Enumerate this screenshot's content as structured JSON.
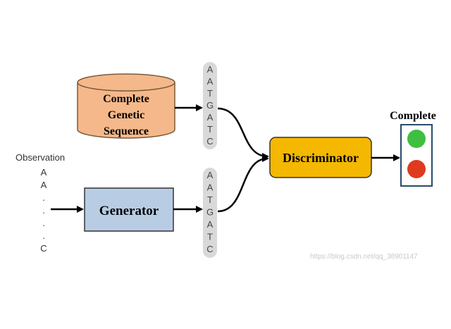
{
  "database": {
    "lines": [
      "Complete",
      "Genetic",
      "Sequence"
    ]
  },
  "generator": {
    "label": "Generator"
  },
  "discriminator": {
    "label": "Discriminator"
  },
  "observation": {
    "title": "Observation",
    "items": [
      "A",
      "A",
      ".",
      ".",
      ".",
      ".",
      "C"
    ]
  },
  "sequence_top": [
    "A",
    "A",
    "T",
    "G",
    "A",
    "T",
    "C"
  ],
  "sequence_bottom": [
    "A",
    "A",
    "T",
    "G",
    "A",
    "T",
    "C"
  ],
  "result": {
    "label": "Complete",
    "lights": [
      "#3fbf3f",
      "#e03a1e"
    ]
  },
  "colors": {
    "database_fill": "#f5b88a",
    "generator_fill": "#b8cce4",
    "discriminator_fill": "#f5b800",
    "strip_fill": "#d9d9d9"
  },
  "watermark": "https://blog.csdn.net/qq_38901147"
}
